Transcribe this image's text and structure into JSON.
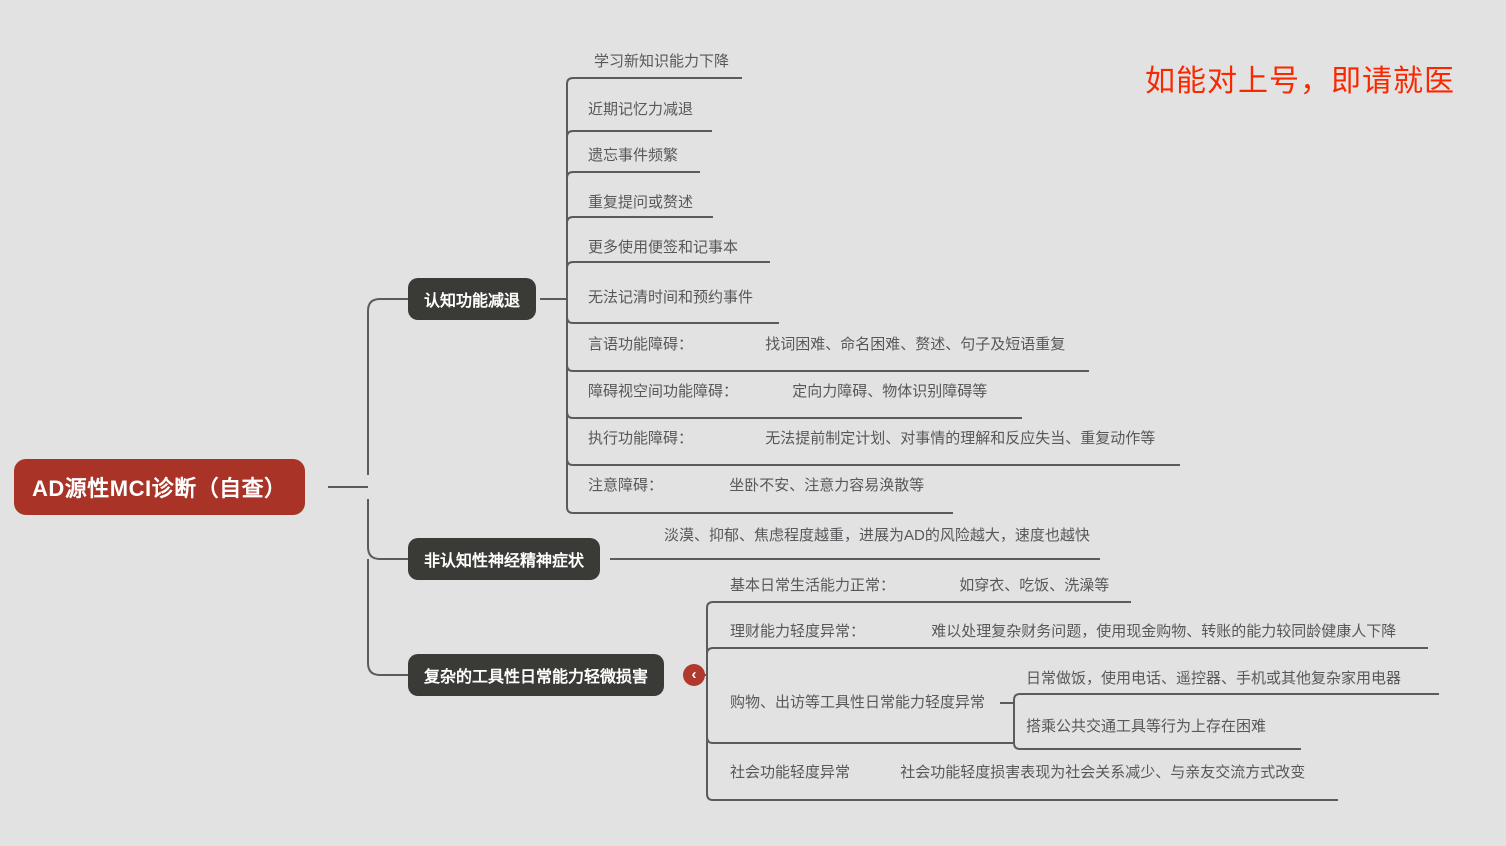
{
  "canvas": {
    "background": "#e2e2e2",
    "wire_color": "#5b5b5b",
    "underline_color": "#6a6a6a"
  },
  "headline": {
    "text": "如能对上号，即请就医",
    "color": "#fa2800"
  },
  "root": {
    "label": "AD源性MCI诊断（自查）",
    "color": "#a83326",
    "text_color": "#ffffff"
  },
  "branches": [
    {
      "id": "cognitive-decline",
      "label": "认知功能减退",
      "color": "#3a3a36",
      "leaves": [
        {
          "lead": "学习新知识能力下降",
          "detail": ""
        },
        {
          "lead": "近期记忆力减退",
          "detail": ""
        },
        {
          "lead": "遗忘事件频繁",
          "detail": ""
        },
        {
          "lead": "重复提问或赘述",
          "detail": ""
        },
        {
          "lead": "更多使用便签和记事本",
          "detail": ""
        },
        {
          "lead": "无法记清时间和预约事件",
          "detail": ""
        },
        {
          "lead": "言语功能障碍：",
          "detail": "找词困难、命名困难、赘述、句子及短语重复"
        },
        {
          "lead": "障碍视空间功能障碍：",
          "detail": "定向力障碍、物体识别障碍等"
        },
        {
          "lead": "执行功能障碍：",
          "detail": "无法提前制定计划、对事情的理解和反应失当、重复动作等"
        },
        {
          "lead": "注意障碍：",
          "detail": "坐卧不安、注意力容易涣散等"
        }
      ]
    },
    {
      "id": "non-cognitive-neuropsychiatric",
      "label": "非认知性神经精神症状",
      "color": "#3a3a36",
      "leaves": [
        {
          "lead": "淡漠、抑郁、焦虑程度越重，进展为AD的风险越大，速度也越快",
          "detail": ""
        }
      ]
    },
    {
      "id": "instrumental-adl-impairment",
      "label": "复杂的工具性日常能力轻微损害",
      "color": "#3a3a36",
      "collapse_toggle": {
        "icon": "chevron-left-icon",
        "glyph": "‹",
        "color": "#b1382c"
      },
      "leaves": [
        {
          "lead": "基本日常生活能力正常：",
          "detail": "如穿衣、吃饭、洗澡等"
        },
        {
          "lead": "理财能力轻度异常：",
          "detail": "难以处理复杂财务问题，使用现金购物、转账的能力较同龄健康人下降"
        },
        {
          "lead": "购物、出访等工具性日常能力轻度异常",
          "detail": "",
          "children": [
            {
              "lead": "日常做饭，使用电话、遥控器、手机或其他复杂家用电器",
              "detail": ""
            },
            {
              "lead": "搭乘公共交通工具等行为上存在困难",
              "detail": ""
            }
          ]
        },
        {
          "lead": "社会功能轻度异常",
          "detail": "社会功能轻度损害表现为社会关系减少、与亲友交流方式改变"
        }
      ]
    }
  ]
}
